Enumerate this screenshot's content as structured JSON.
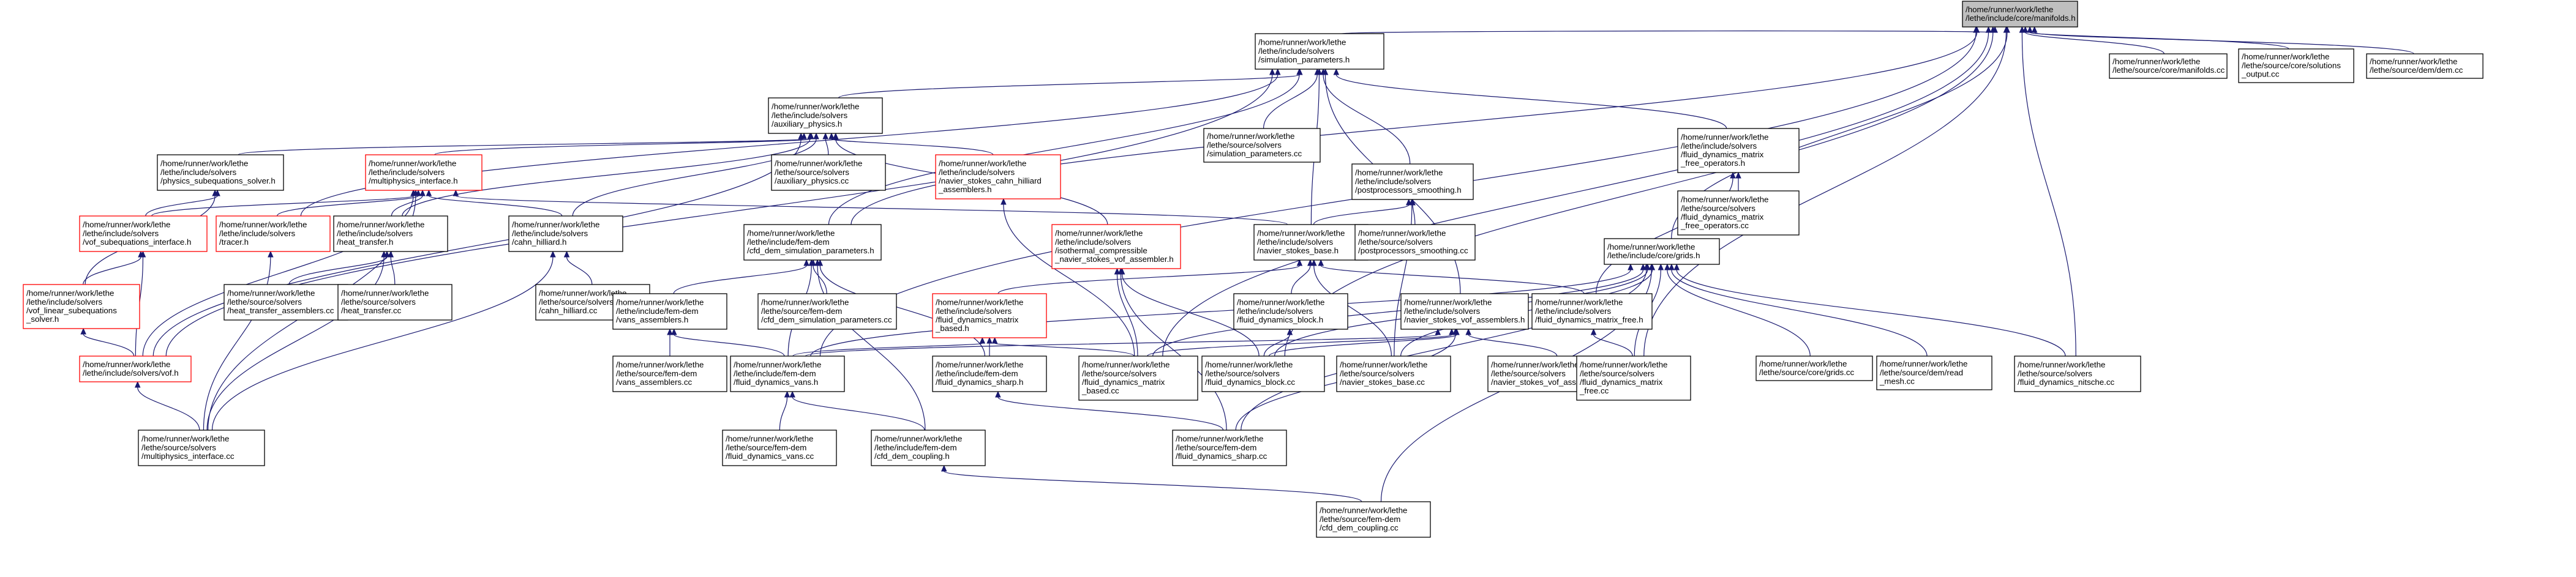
{
  "colors": {
    "root_fill": "#bfbfbf",
    "node_fill": "#ffffff",
    "normal_border": "#000000",
    "truncated_border": "#ff0000",
    "edge": "#191970"
  },
  "nodes": [
    {
      "id": "root",
      "lines": [
        "/home/runner/work/lethe",
        "/lethe/include/core/manifolds.h"
      ],
      "root": true
    },
    {
      "id": "simparams",
      "lines": [
        "/home/runner/work/lethe",
        "/lethe/include/solvers",
        "/simulation_parameters.h"
      ]
    },
    {
      "id": "src_core_manifolds",
      "lines": [
        "/home/runner/work/lethe",
        "/lethe/source/core/manifolds.cc"
      ]
    },
    {
      "id": "src_core_solutions",
      "lines": [
        "/home/runner/work/lethe",
        "/lethe/source/core/solutions",
        "_output.cc"
      ]
    },
    {
      "id": "src_dem",
      "lines": [
        "/home/runner/work/lethe",
        "/lethe/source/dem/dem.cc"
      ]
    },
    {
      "id": "aux",
      "lines": [
        "/home/runner/work/lethe",
        "/lethe/include/solvers",
        "/auxiliary_physics.h"
      ]
    },
    {
      "id": "src_simparams",
      "lines": [
        "/home/runner/work/lethe",
        "/lethe/source/solvers",
        "/simulation_parameters.cc"
      ]
    },
    {
      "id": "mf_ops",
      "lines": [
        "/home/runner/work/lethe",
        "/lethe/include/solvers",
        "/fluid_dynamics_matrix",
        "_free_operators.h"
      ]
    },
    {
      "id": "physics_subeq",
      "lines": [
        "/home/runner/work/lethe",
        "/lethe/include/solvers",
        "/physics_subequations_solver.h"
      ]
    },
    {
      "id": "multiphys",
      "lines": [
        "/home/runner/work/lethe",
        "/lethe/include/solvers",
        "/multiphysics_interface.h"
      ],
      "truncated": true
    },
    {
      "id": "src_aux",
      "lines": [
        "/home/runner/work/lethe",
        "/lethe/source/solvers",
        "/auxiliary_physics.cc"
      ]
    },
    {
      "id": "ns_ch",
      "lines": [
        "/home/runner/work/lethe",
        "/lethe/include/solvers",
        "/navier_stokes_cahn_hilliard",
        "_assemblers.h"
      ],
      "truncated": true
    },
    {
      "id": "postproc",
      "lines": [
        "/home/runner/work/lethe",
        "/lethe/include/solvers",
        "/postprocessors_smoothing.h"
      ]
    },
    {
      "id": "src_mf_ops",
      "lines": [
        "/home/runner/work/lethe",
        "/lethe/source/solvers",
        "/fluid_dynamics_matrix",
        "_free_operators.cc"
      ]
    },
    {
      "id": "grids",
      "lines": [
        "/home/runner/work/lethe",
        "/lethe/include/core/grids.h"
      ]
    },
    {
      "id": "vof_subeq",
      "lines": [
        "/home/runner/work/lethe",
        "/lethe/include/solvers",
        "/vof_subequations_interface.h"
      ],
      "truncated": true
    },
    {
      "id": "tracer",
      "lines": [
        "/home/runner/work/lethe",
        "/lethe/include/solvers",
        "/tracer.h"
      ],
      "truncated": true
    },
    {
      "id": "heat",
      "lines": [
        "/home/runner/work/lethe",
        "/lethe/include/solvers",
        "/heat_transfer.h"
      ]
    },
    {
      "id": "cahn",
      "lines": [
        "/home/runner/work/lethe",
        "/lethe/include/solvers",
        "/cahn_hilliard.h"
      ]
    },
    {
      "id": "cfd_dem_sp",
      "lines": [
        "/home/runner/work/lethe",
        "/lethe/include/fem-dem",
        "/cfd_dem_simulation_parameters.h"
      ]
    },
    {
      "id": "iso_vof",
      "lines": [
        "/home/runner/work/lethe",
        "/lethe/include/solvers",
        "/isothermal_compressible",
        "_navier_stokes_vof_assembler.h"
      ],
      "truncated": true
    },
    {
      "id": "ns_base",
      "lines": [
        "/home/runner/work/lethe",
        "/lethe/include/solvers",
        "/navier_stokes_base.h"
      ]
    },
    {
      "id": "src_postproc",
      "lines": [
        "/home/runner/work/lethe",
        "/lethe/source/solvers",
        "/postprocessors_smoothing.cc"
      ]
    },
    {
      "id": "vof_lin",
      "lines": [
        "/home/runner/work/lethe",
        "/lethe/include/solvers",
        "/vof_linear_subequations",
        "_solver.h"
      ],
      "truncated": true
    },
    {
      "id": "src_heat_asm",
      "lines": [
        "/home/runner/work/lethe",
        "/lethe/source/solvers",
        "/heat_transfer_assemblers.cc"
      ]
    },
    {
      "id": "src_heat",
      "lines": [
        "/home/runner/work/lethe",
        "/lethe/source/solvers",
        "/heat_transfer.cc"
      ]
    },
    {
      "id": "src_cahn",
      "lines": [
        "/home/runner/work/lethe",
        "/lethe/source/solvers",
        "/cahn_hilliard.cc"
      ]
    },
    {
      "id": "vans_asm",
      "lines": [
        "/home/runner/work/lethe",
        "/lethe/include/fem-dem",
        "/vans_assemblers.h"
      ]
    },
    {
      "id": "src_cfd_dem_sp",
      "lines": [
        "/home/runner/work/lethe",
        "/lethe/source/fem-dem",
        "/cfd_dem_simulation_parameters.cc"
      ]
    },
    {
      "id": "fd_mf_based",
      "lines": [
        "/home/runner/work/lethe",
        "/lethe/include/solvers",
        "/fluid_dynamics_matrix",
        "_based.h"
      ],
      "truncated": true
    },
    {
      "id": "fd_block",
      "lines": [
        "/home/runner/work/lethe",
        "/lethe/include/solvers",
        "/fluid_dynamics_block.h"
      ]
    },
    {
      "id": "ns_vof_asm",
      "lines": [
        "/home/runner/work/lethe",
        "/lethe/include/solvers",
        "/navier_stokes_vof_assemblers.h"
      ]
    },
    {
      "id": "fd_mf_free",
      "lines": [
        "/home/runner/work/lethe",
        "/lethe/include/solvers",
        "/fluid_dynamics_matrix_free.h"
      ]
    },
    {
      "id": "vof",
      "lines": [
        "/home/runner/work/lethe",
        "/lethe/include/solvers/vof.h"
      ],
      "truncated": true
    },
    {
      "id": "src_vans_asm",
      "lines": [
        "/home/runner/work/lethe",
        "/lethe/source/fem-dem",
        "/vans_assemblers.cc"
      ]
    },
    {
      "id": "fd_vans",
      "lines": [
        "/home/runner/work/lethe",
        "/lethe/include/fem-dem",
        "/fluid_dynamics_vans.h"
      ]
    },
    {
      "id": "fd_sharp",
      "lines": [
        "/home/runner/work/lethe",
        "/lethe/include/fem-dem",
        "/fluid_dynamics_sharp.h"
      ]
    },
    {
      "id": "src_fd_mf_based",
      "lines": [
        "/home/runner/work/lethe",
        "/lethe/source/solvers",
        "/fluid_dynamics_matrix",
        "_based.cc"
      ]
    },
    {
      "id": "src_fd_block",
      "lines": [
        "/home/runner/work/lethe",
        "/lethe/source/solvers",
        "/fluid_dynamics_block.cc"
      ]
    },
    {
      "id": "src_ns_base",
      "lines": [
        "/home/runner/work/lethe",
        "/lethe/source/solvers",
        "/navier_stokes_base.cc"
      ]
    },
    {
      "id": "src_ns_vof_asm",
      "lines": [
        "/home/runner/work/lethe",
        "/lethe/source/solvers",
        "/navier_stokes_vof_assemblers.cc"
      ]
    },
    {
      "id": "src_fd_mf_free",
      "lines": [
        "/home/runner/work/lethe",
        "/lethe/source/solvers",
        "/fluid_dynamics_matrix",
        "_free.cc"
      ]
    },
    {
      "id": "src_grids",
      "lines": [
        "/home/runner/work/lethe",
        "/lethe/source/core/grids.cc"
      ]
    },
    {
      "id": "src_dem_read",
      "lines": [
        "/home/runner/work/lethe",
        "/lethe/source/dem/read",
        "_mesh.cc"
      ]
    },
    {
      "id": "src_fd_nitsche",
      "lines": [
        "/home/runner/work/lethe",
        "/lethe/source/solvers",
        "/fluid_dynamics_nitsche.cc"
      ]
    },
    {
      "id": "src_multiphys",
      "lines": [
        "/home/runner/work/lethe",
        "/lethe/source/solvers",
        "/multiphysics_interface.cc"
      ]
    },
    {
      "id": "src_fd_vans",
      "lines": [
        "/home/runner/work/lethe",
        "/lethe/source/fem-dem",
        "/fluid_dynamics_vans.cc"
      ]
    },
    {
      "id": "cfd_dem_coupling",
      "lines": [
        "/home/runner/work/lethe",
        "/lethe/include/fem-dem",
        "/cfd_dem_coupling.h"
      ]
    },
    {
      "id": "src_fd_sharp",
      "lines": [
        "/home/runner/work/lethe",
        "/lethe/source/fem-dem",
        "/fluid_dynamics_sharp.cc"
      ]
    },
    {
      "id": "src_cfd_dem_coupling",
      "lines": [
        "/home/runner/work/lethe",
        "/lethe/source/fem-dem",
        "/cfd_dem_coupling.cc"
      ]
    }
  ],
  "edges": [
    [
      "simparams",
      "root"
    ],
    [
      "src_core_manifolds",
      "root"
    ],
    [
      "src_core_solutions",
      "root"
    ],
    [
      "src_dem",
      "root"
    ],
    [
      "grids",
      "root"
    ],
    [
      "cfd_dem_sp",
      "root"
    ],
    [
      "fd_vans",
      "root"
    ],
    [
      "src_fd_mf_based",
      "root"
    ],
    [
      "src_fd_block",
      "root"
    ],
    [
      "src_fd_mf_free",
      "root"
    ],
    [
      "src_fd_nitsche",
      "root"
    ],
    [
      "aux",
      "simparams"
    ],
    [
      "src_simparams",
      "simparams"
    ],
    [
      "mf_ops",
      "simparams"
    ],
    [
      "postproc",
      "simparams"
    ],
    [
      "cfd_dem_sp",
      "simparams"
    ],
    [
      "ns_base",
      "simparams"
    ],
    [
      "vof",
      "simparams"
    ],
    [
      "tracer",
      "simparams"
    ],
    [
      "ns_vof_asm",
      "simparams"
    ],
    [
      "physics_subeq",
      "aux"
    ],
    [
      "multiphys",
      "aux"
    ],
    [
      "src_aux",
      "aux"
    ],
    [
      "ns_ch",
      "aux"
    ],
    [
      "heat",
      "aux"
    ],
    [
      "cahn",
      "aux"
    ],
    [
      "iso_vof",
      "aux"
    ],
    [
      "vof",
      "aux"
    ],
    [
      "src_mf_ops",
      "mf_ops"
    ],
    [
      "fd_mf_free",
      "mf_ops"
    ],
    [
      "vof_subeq",
      "physics_subeq"
    ],
    [
      "vof_lin",
      "physics_subeq"
    ],
    [
      "vof_subeq",
      "multiphys"
    ],
    [
      "tracer",
      "multiphys"
    ],
    [
      "heat",
      "multiphys"
    ],
    [
      "cahn",
      "multiphys"
    ],
    [
      "ns_base",
      "multiphys"
    ],
    [
      "vof",
      "multiphys"
    ],
    [
      "src_multiphys",
      "multiphys"
    ],
    [
      "vof_lin",
      "vof_subeq"
    ],
    [
      "vof",
      "vof_subeq"
    ],
    [
      "src_multiphys",
      "tracer"
    ],
    [
      "src_heat_asm",
      "heat"
    ],
    [
      "src_heat",
      "heat"
    ],
    [
      "src_multiphys",
      "heat"
    ],
    [
      "src_cahn",
      "cahn"
    ],
    [
      "src_multiphys",
      "cahn"
    ],
    [
      "vof",
      "vof_lin"
    ],
    [
      "src_multiphys",
      "vof"
    ],
    [
      "src_fd_mf_based",
      "ns_ch"
    ],
    [
      "src_postproc",
      "postproc"
    ],
    [
      "ns_base",
      "postproc"
    ],
    [
      "src_ns_base",
      "postproc"
    ],
    [
      "fd_mf_based",
      "ns_base"
    ],
    [
      "fd_block",
      "ns_base"
    ],
    [
      "fd_mf_free",
      "ns_base"
    ],
    [
      "src_ns_base",
      "ns_base"
    ],
    [
      "vans_asm",
      "cfd_dem_sp"
    ],
    [
      "src_cfd_dem_sp",
      "cfd_dem_sp"
    ],
    [
      "fd_vans",
      "cfd_dem_sp"
    ],
    [
      "fd_sharp",
      "cfd_dem_sp"
    ],
    [
      "cfd_dem_coupling",
      "cfd_dem_sp"
    ],
    [
      "src_fd_mf_based",
      "iso_vof"
    ],
    [
      "src_fd_block",
      "iso_vof"
    ],
    [
      "src_fd_sharp",
      "iso_vof"
    ],
    [
      "src_vans_asm",
      "vans_asm"
    ],
    [
      "fd_vans",
      "vans_asm"
    ],
    [
      "fd_vans",
      "fd_mf_based"
    ],
    [
      "fd_sharp",
      "fd_mf_based"
    ],
    [
      "src_fd_mf_based",
      "fd_mf_based"
    ],
    [
      "src_fd_block",
      "fd_block"
    ],
    [
      "fd_vans",
      "ns_vof_asm"
    ],
    [
      "src_fd_mf_based",
      "ns_vof_asm"
    ],
    [
      "src_fd_block",
      "ns_vof_asm"
    ],
    [
      "src_ns_vof_asm",
      "ns_vof_asm"
    ],
    [
      "src_fd_sharp",
      "ns_vof_asm"
    ],
    [
      "src_fd_mf_free",
      "fd_mf_free"
    ],
    [
      "src_fd_vans",
      "fd_vans"
    ],
    [
      "cfd_dem_coupling",
      "fd_vans"
    ],
    [
      "src_fd_sharp",
      "fd_sharp"
    ],
    [
      "src_cfd_dem_coupling",
      "cfd_dem_coupling"
    ],
    [
      "fd_vans",
      "grids"
    ],
    [
      "src_fd_mf_based",
      "grids"
    ],
    [
      "src_fd_block",
      "grids"
    ],
    [
      "src_ns_base",
      "grids"
    ],
    [
      "src_fd_mf_free",
      "grids"
    ],
    [
      "src_grids",
      "grids"
    ],
    [
      "src_dem_read",
      "grids"
    ],
    [
      "src_fd_nitsche",
      "grids"
    ],
    [
      "src_fd_sharp",
      "grids"
    ],
    [
      "src_cfd_dem_coupling",
      "grids"
    ]
  ]
}
